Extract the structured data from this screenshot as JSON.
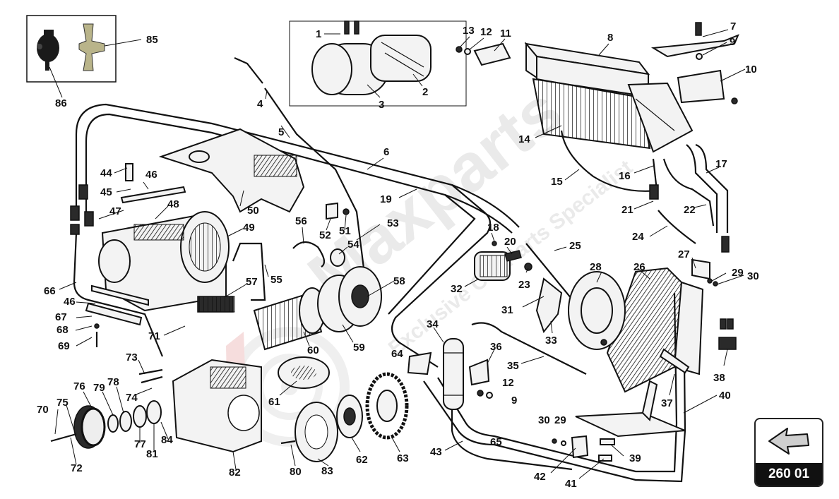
{
  "watermark": {
    "brand": "Maxparts",
    "tagline": "Exclusive Car Parts Specialist"
  },
  "nav_box": {
    "code": "260 01",
    "icon": "arrow-back-icon"
  },
  "callouts": {
    "c1": "1",
    "c2": "2",
    "c3": "3",
    "c4": "4",
    "c5": "5",
    "c6": "6",
    "c7": "7",
    "c8": "8",
    "c9a": "9",
    "c9b": "9",
    "c10": "10",
    "c11": "11",
    "c12a": "12",
    "c12b": "12",
    "c13": "13",
    "c14": "14",
    "c15": "15",
    "c16": "16",
    "c17": "17",
    "c18": "18",
    "c19": "19",
    "c20": "20",
    "c21": "21",
    "c22": "22",
    "c23": "23",
    "c24": "24",
    "c25": "25",
    "c26": "26",
    "c27": "27",
    "c28": "28",
    "c29a": "29",
    "c29b": "29",
    "c30a": "30",
    "c30b": "30",
    "c31": "31",
    "c32": "32",
    "c33": "33",
    "c34": "34",
    "c35": "35",
    "c36": "36",
    "c37": "37",
    "c38": "38",
    "c39": "39",
    "c40": "40",
    "c41": "41",
    "c42": "42",
    "c43": "43",
    "c44": "44",
    "c45": "45",
    "c46a": "46",
    "c46b": "46",
    "c47": "47",
    "c48": "48",
    "c49": "49",
    "c50": "50",
    "c51": "51",
    "c52": "52",
    "c53": "53",
    "c54": "54",
    "c55": "55",
    "c56": "56",
    "c57": "57",
    "c58": "58",
    "c59": "59",
    "c60": "60",
    "c61": "61",
    "c62": "62",
    "c63": "63",
    "c64": "64",
    "c65": "65",
    "c66": "66",
    "c67": "67",
    "c68": "68",
    "c69": "69",
    "c70": "70",
    "c71": "71",
    "c72": "72",
    "c73": "73",
    "c74": "74",
    "c75": "75",
    "c76": "76",
    "c77": "77",
    "c78": "78",
    "c79": "79",
    "c80": "80",
    "c81": "81",
    "c82": "82",
    "c83": "83",
    "c84": "84",
    "c85": "85",
    "c86": "86"
  }
}
